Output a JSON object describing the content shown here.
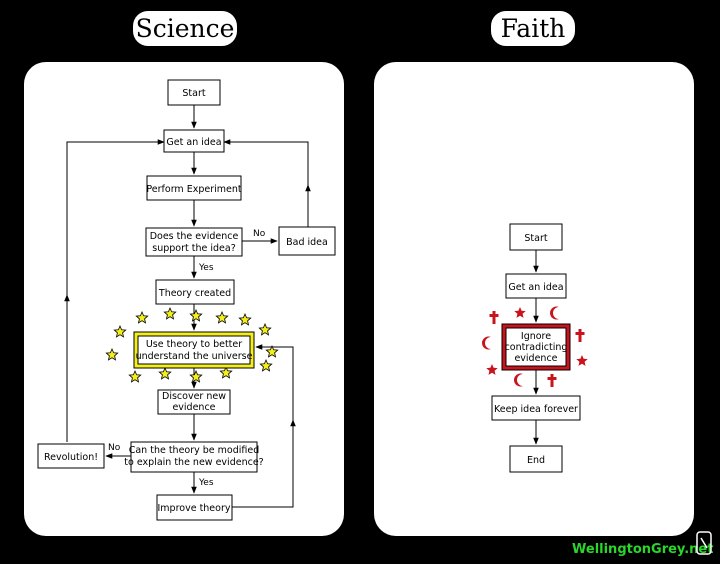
{
  "titles": {
    "left": "Science",
    "right": "Faith"
  },
  "science": {
    "start": "Start",
    "get_idea": "Get an idea",
    "perform": "Perform Experiment",
    "evidence": [
      "Does the evidence",
      "support the idea?"
    ],
    "no1": "No",
    "bad_idea": "Bad idea",
    "yes1": "Yes",
    "theory_created": "Theory created",
    "use_theory": [
      "Use theory to better",
      "understand the universe"
    ],
    "discover": [
      "Discover new",
      "evidence"
    ],
    "can_modify": [
      "Can the theory be modified",
      "to explain the new evidence?"
    ],
    "no2": "No",
    "revolution": "Revolution!",
    "yes2": "Yes",
    "improve": "Improve theory"
  },
  "faith": {
    "start": "Start",
    "get_idea": "Get an idea",
    "ignore": [
      "Ignore",
      "contradicting",
      "evidence"
    ],
    "keep": "Keep idea forever",
    "end": "End"
  },
  "credit": "WellingtonGrey.net",
  "colors": {
    "star_yellow": "#f4ef1c",
    "faith_red": "#c8141c",
    "credit_green": "#2bd62b"
  }
}
